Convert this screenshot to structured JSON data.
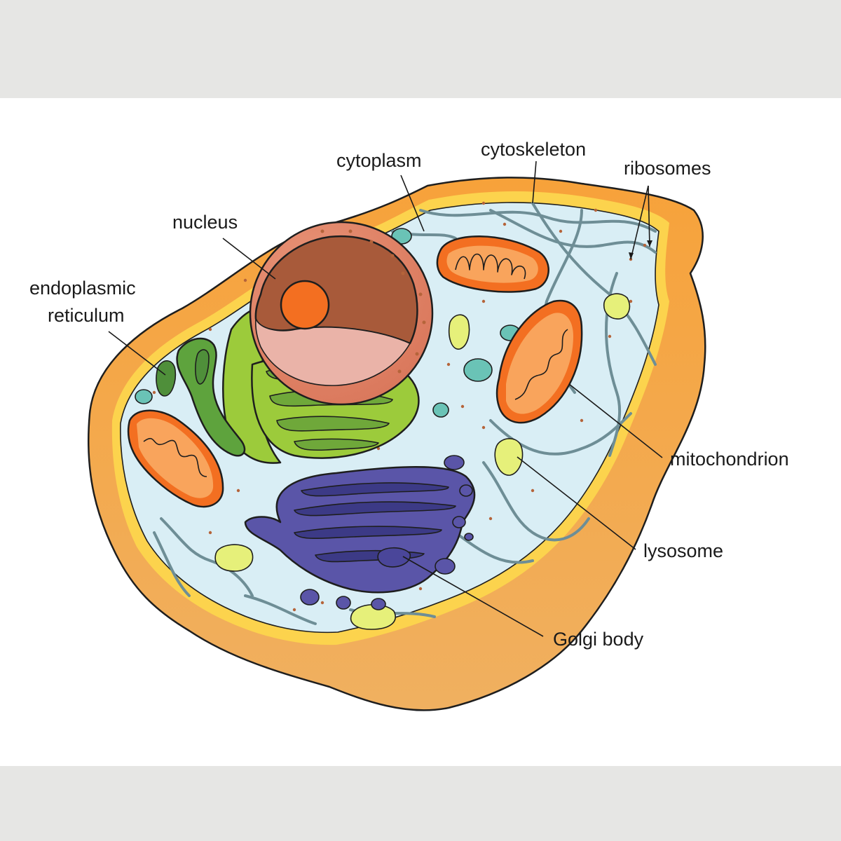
{
  "labels": {
    "cytoplasm": "cytoplasm",
    "cytoskeleton": "cytoskeleton",
    "ribosomes": "ribosomes",
    "nucleus": "nucleus",
    "endoplasmic_1": "endoplasmic",
    "endoplasmic_2": "reticulum",
    "mitochondrion": "mitochondrion",
    "lysosome": "lysosome",
    "golgi": "Golgi body"
  },
  "colors": {
    "membrane_outer": "#f28a1e",
    "membrane_rim": "#fcd34d",
    "cytoplasm": "#d9eef5",
    "nucleus": "#e0866a",
    "nucleolus": "#f36f21",
    "er": "#9ccb3b",
    "golgi": "#5a55a8",
    "mitochondrion": "#f36f21",
    "lysosome": "#e6f07a",
    "vesicle": "#6ac3b6"
  }
}
